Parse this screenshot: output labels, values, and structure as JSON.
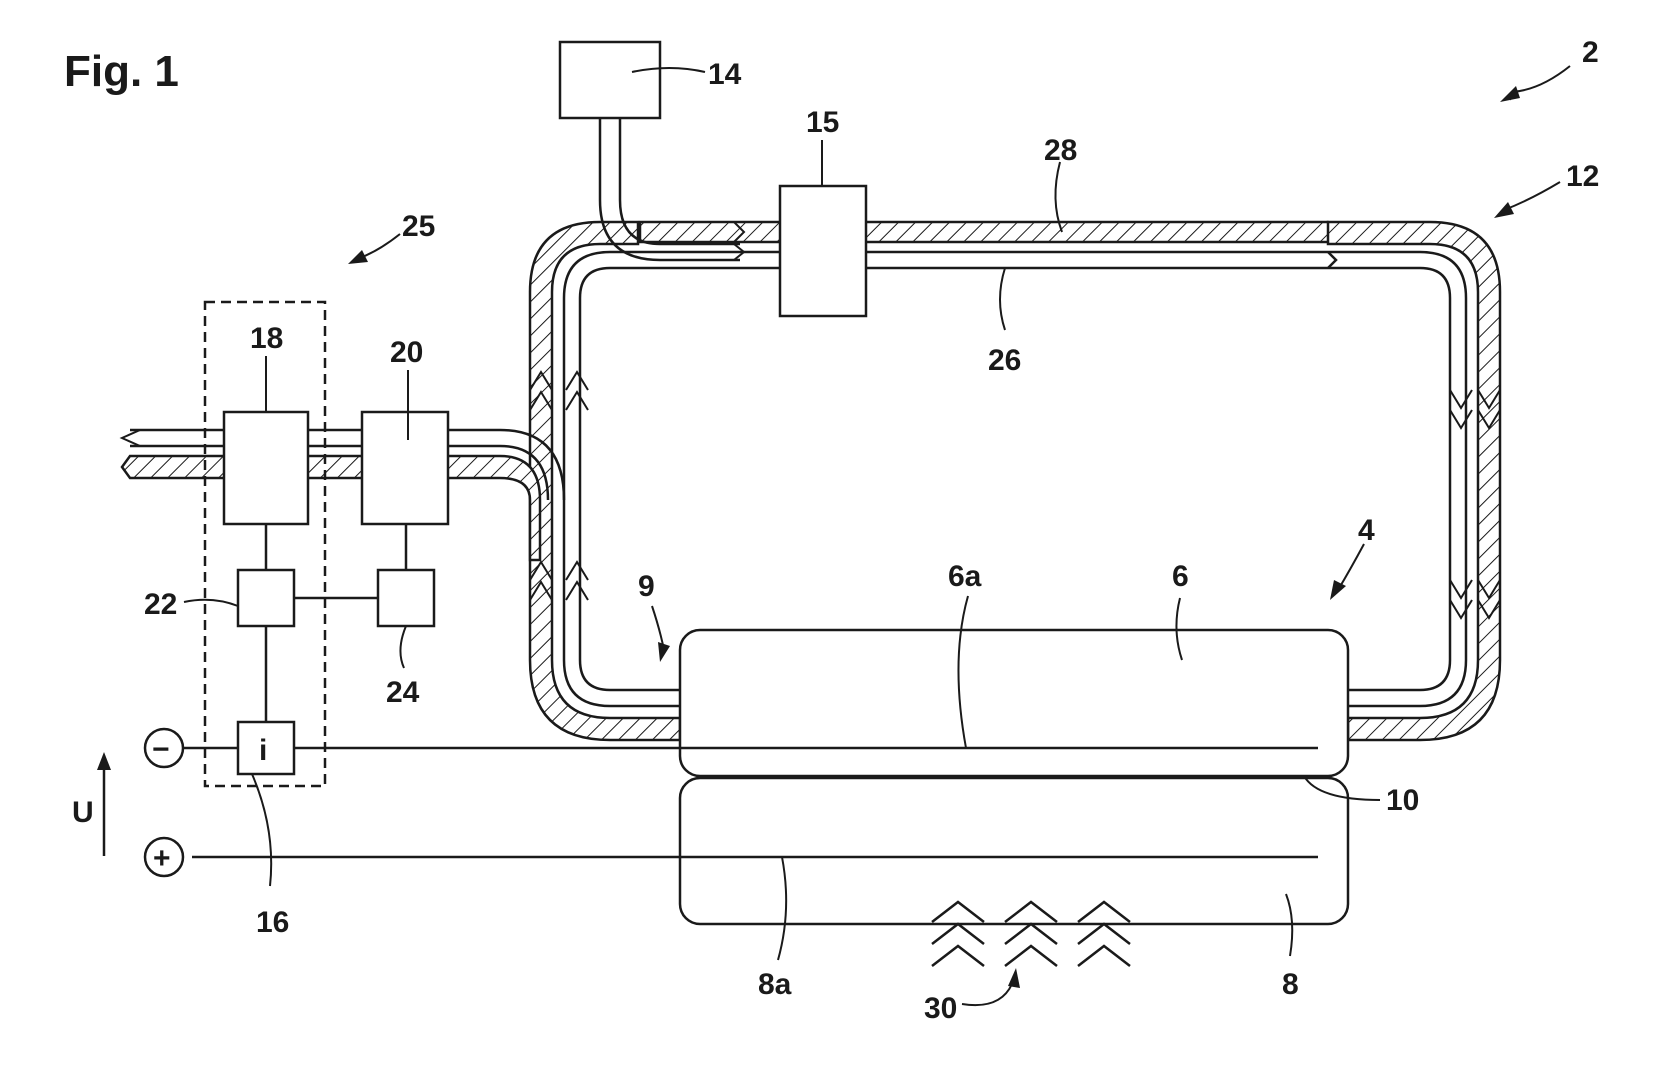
{
  "figure": {
    "title": "Fig. 1",
    "labels": {
      "n2": "2",
      "n4": "4",
      "n6": "6",
      "n6a": "6a",
      "n8": "8",
      "n8a": "8a",
      "n9": "9",
      "n10": "10",
      "n12": "12",
      "n14": "14",
      "n15": "15",
      "n16": "16",
      "n18": "18",
      "n20": "20",
      "n22": "22",
      "n24": "24",
      "n25": "25",
      "n26": "26",
      "n28": "28",
      "n30": "30"
    },
    "current_symbol": "i",
    "voltage_symbol": "U",
    "terminal_negative": "−",
    "terminal_positive": "+"
  }
}
